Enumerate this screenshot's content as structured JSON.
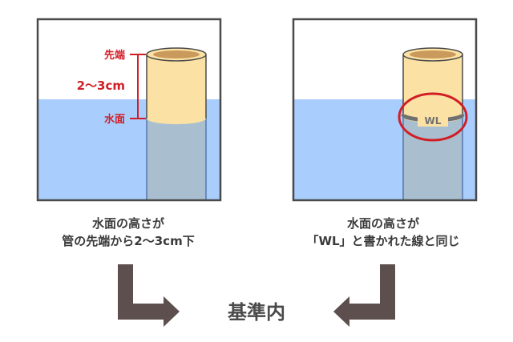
{
  "left_panel": {
    "tip_label": "先端",
    "gap_label": "2〜3cm",
    "water_label": "水面",
    "caption_line1": "水面の高さが",
    "caption_line2": "管の先端から2〜3cm下"
  },
  "right_panel": {
    "mark_label": "WL",
    "caption_line1": "水面の高さが",
    "caption_line2": "「WL」と書かれた線と同じ"
  },
  "result_label": "基準内",
  "colors": {
    "water": "#a9cdfc",
    "pipe": "#fbe2a4",
    "pipe_submerged": "#a9bfcf",
    "pipe_inner": "#c99a5b",
    "outline": "#4a4a4a",
    "measure": "#d11e26",
    "highlight": "#d11e26",
    "arrow": "#5c4f4e"
  }
}
